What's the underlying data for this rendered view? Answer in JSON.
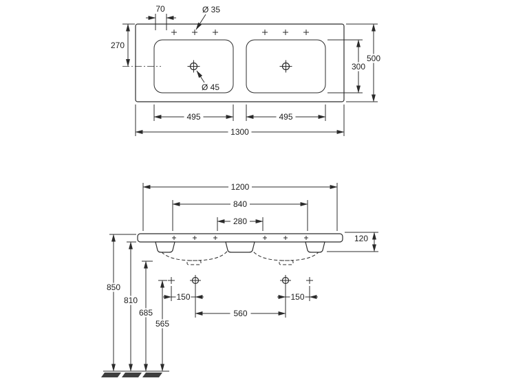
{
  "colors": {
    "line": "#2b2b2b",
    "text": "#1c1c1c",
    "background": "#ffffff"
  },
  "top_view": {
    "tap_offset": "70",
    "tap_hole_dia": "Ø 35",
    "edge_to_drain": "270",
    "depth_total": "500",
    "basin_depth": "300",
    "drain_dia": "Ø 45",
    "basin_width_left": "495",
    "basin_width_right": "495",
    "width_total": "1300"
  },
  "front_view": {
    "width_1200": "1200",
    "width_840": "840",
    "width_280": "280",
    "apron_height": "120",
    "offset_150_left": "150",
    "offset_150_right": "150",
    "drain_spacing": "560",
    "height_850": "850",
    "height_810": "810",
    "height_685": "685",
    "height_565": "565"
  }
}
